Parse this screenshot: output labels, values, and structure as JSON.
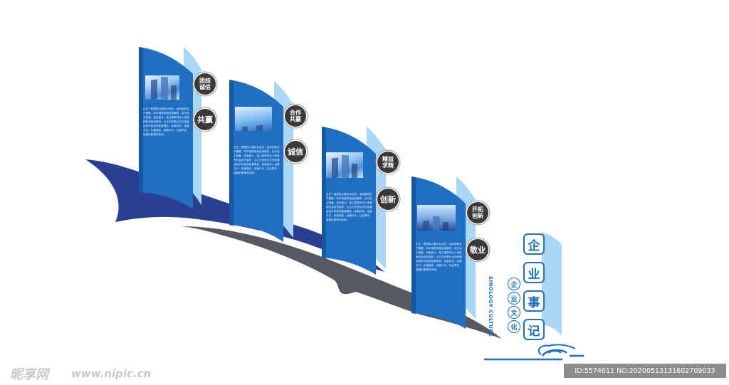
{
  "panels": [
    {
      "badges": [
        "团结\n诚信",
        "共赢"
      ],
      "text": "企业一般是指以盈利为目的，运用各种生产要素，向市场提供商品或服务，实行自主经营、自负盈亏、独立核算的法人或其他社会经济组织。企业文化是企业在经营活动中形成的经营理念、经营目的、经营方针、价值观念、经营行为、社会责任、经营形象等的总和。"
    },
    {
      "badges": [
        "合作\n共赢",
        "诚信"
      ],
      "text": "企业一般是指以盈利为目的，运用各种生产要素，向市场提供商品或服务，实行自主经营、自负盈亏、独立核算的法人或其他社会经济组织。企业文化是企业在经营活动中形成的经营理念、经营目的、经营方针、价值观念、经营行为、社会责任、经营形象等的总和。"
    },
    {
      "badges": [
        "精益\n求精",
        "创新"
      ],
      "text": "企业一般是指以盈利为目的，运用各种生产要素，向市场提供商品或服务，实行自主经营、自负盈亏、独立核算的法人或其他社会经济组织。企业文化是企业在经营活动中形成的经营理念、经营目的、经营方针、价值观念、经营行为、社会责任、经营形象等的总和。"
    },
    {
      "badges": [
        "开拓\n创新",
        "敬业"
      ],
      "text": "企业一般是指以盈利为目的，运用各种生产要素，向市场提供商品或服务，实行自主经营、自负盈亏、独立核算的法人或其他社会经济组织。企业文化是企业在经营活动中形成的经营理念、经营目的、经营方针、价值观念、经营行为、社会责任、经营形象等的总和。"
    }
  ],
  "title": {
    "chars": [
      "企",
      "业",
      "事",
      "记"
    ],
    "small_chars": [
      "企",
      "业",
      "文",
      "化"
    ],
    "english": "SINOLOGY CULTURE"
  },
  "watermark": {
    "logo": "昵享网",
    "url": "www.nipic.cn",
    "id_text": "ID:5574611 NO:20200513131602709033"
  },
  "colors": {
    "panel": "#1f6fc2",
    "panel_dark": "#1557a3",
    "panel_light": "#a8d8f5",
    "ribbon_navy": "#2a3f8f",
    "ribbon_grey": "#555a62",
    "badge": "#3a3a3a"
  }
}
